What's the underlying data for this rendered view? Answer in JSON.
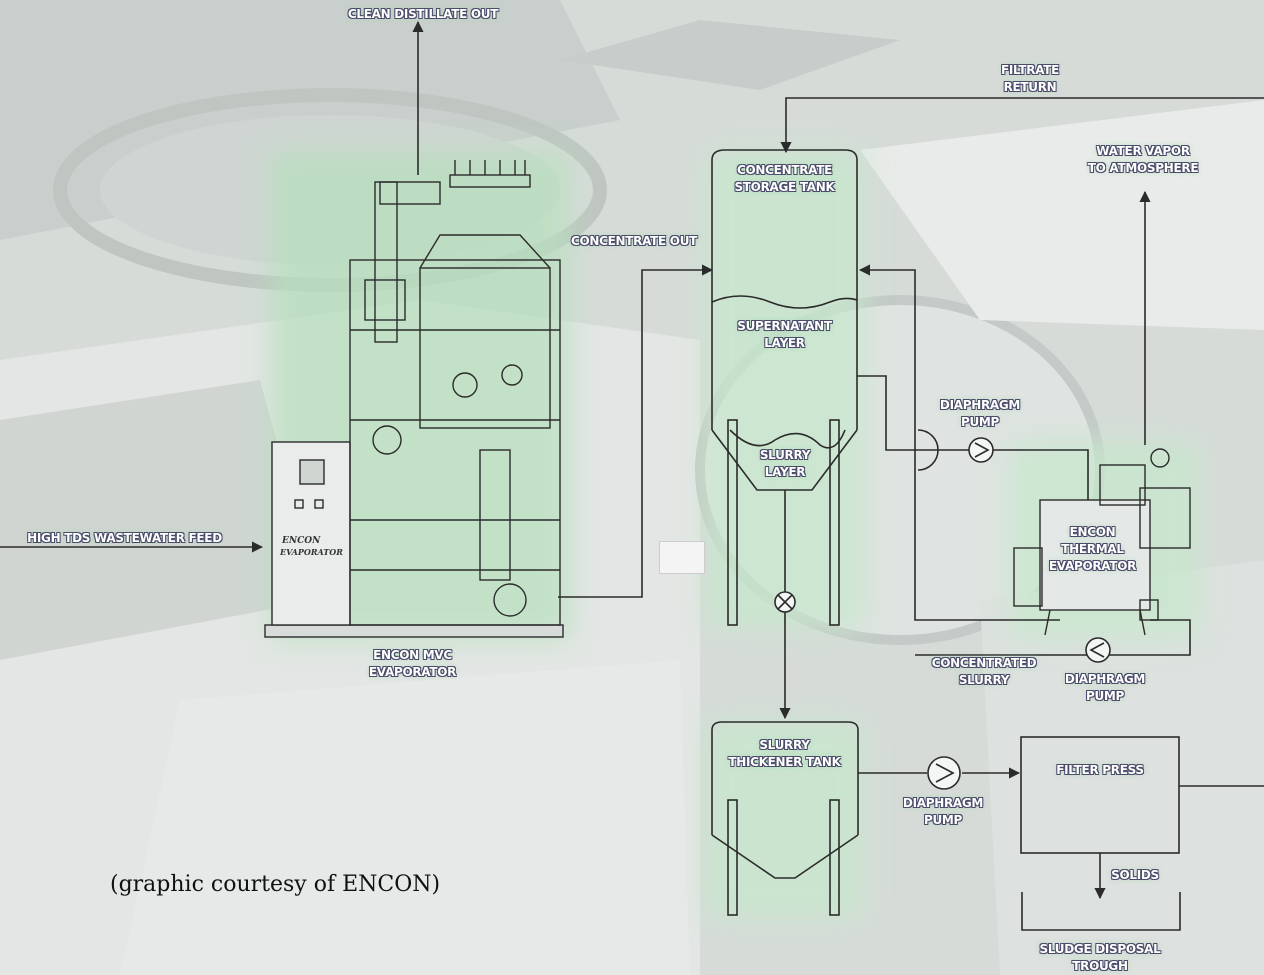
{
  "labels": {
    "clean_distillate_out": "CLEAN DISTILLATE OUT",
    "filtrate_return": "FILTRATE\nRETURN",
    "water_vapor": "WATER VAPOR\nTO ATMOSPHERE",
    "concentrate_storage_tank": "CONCENTRATE\nSTORAGE TANK",
    "concentrate_out": "CONCENTRATE OUT",
    "supernatant_layer": "SUPERNATANT\nLAYER",
    "slurry_layer": "SLURRY\nLAYER",
    "diaphragm_pump_upper": "DIAPHRAGM\nPUMP",
    "high_tds_feed": "HIGH TDS WASTEWATER FEED",
    "encon_thermal_evaporator": "ENCON\nTHERMAL\nEVAPORATOR",
    "encon_mvc_evaporator": "ENCON MVC\nEVAPORATOR",
    "concentrated_slurry": "CONCENTRATED\nSLURRY",
    "diaphragm_pump_right": "DIAPHRAGM\nPUMP",
    "slurry_thickener_tank": "SLURRY\nTHICKENER TANK",
    "filter_press": "FILTER PRESS",
    "diaphragm_pump_lower": "DIAPHRAGM\nPUMP",
    "solids": "SOLIDS",
    "sludge_disposal_trough": "SLUDGE DISPOSAL\nTROUGH"
  },
  "equipment_panel": {
    "brand": "ENCON",
    "model": "EVAPORATOR"
  },
  "credit": "(graphic courtesy of ENCON)",
  "colors": {
    "line": "#2b2b2b",
    "label_outline": "#4a4a6a",
    "glow": "#9fd6a8",
    "background": "#d9dedb"
  }
}
